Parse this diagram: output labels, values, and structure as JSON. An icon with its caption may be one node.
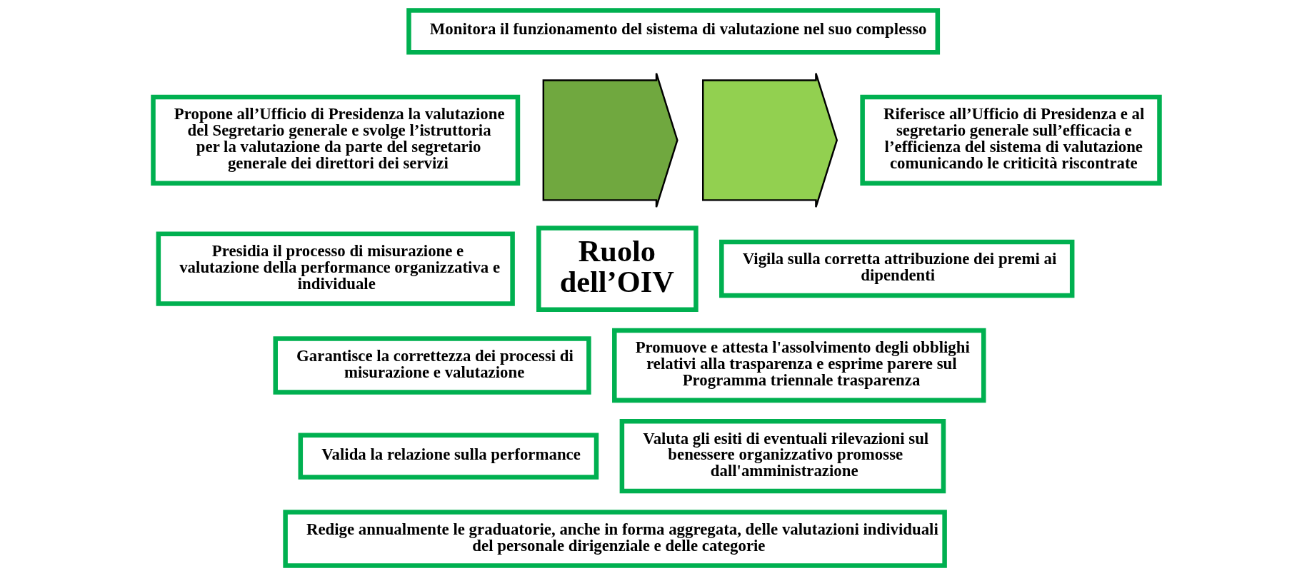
{
  "diagram": {
    "nodes": [
      {
        "text": [
          "Monitora il funzionamento del sistema di valutazione nel suo complesso"
        ]
      },
      {
        "text": [
          "Propone all’Ufficio di Presidenza la valutazione del Segretario generale e svolge l’istruttoria per la valutazione da parte del segretario generale dei direttori dei servizi"
        ]
      },
      {
        "text": [
          "Riferisce all’Ufficio di Presidenza e al segretario generale sull’efficacia e l’efficienza del sistema di valutazione comunicando le criticità riscontrate"
        ]
      },
      {
        "text": [],
        "shape": "arrow"
      },
      {
        "text": [],
        "shape": "arrow"
      },
      {
        "text": [
          "Presidia il processo di misurazione e valutazione della performance organizzativa e individuale"
        ]
      },
      {
        "text": [
          "Ruolo dell’OIV"
        ]
      },
      {
        "text": [
          "Vigila sulla corretta attribuzione dei premi ai dipendenti"
        ]
      },
      {
        "text": [
          "Garantisce la correttezza dei processi di misurazione e valutazione"
        ]
      },
      {
        "text": [
          "Promuove e attesta l'assolvimento degli obblighi relativi alla trasparenza e esprime parere sul Programma triennale trasparenza"
        ]
      },
      {
        "text": [
          "Valida la relazione sulla performance"
        ]
      },
      {
        "text": [
          "Valuta gli esiti di eventuali rilevazioni sul benessere organizzativo promosse dall'amministrazione"
        ]
      },
      {
        "text": [
          "Redige annualmente le graduatorie, anche in forma aggregata, delle valutazioni individuali del personale dirigenziale e delle categorie"
        ]
      }
    ],
    "edges": []
  }
}
